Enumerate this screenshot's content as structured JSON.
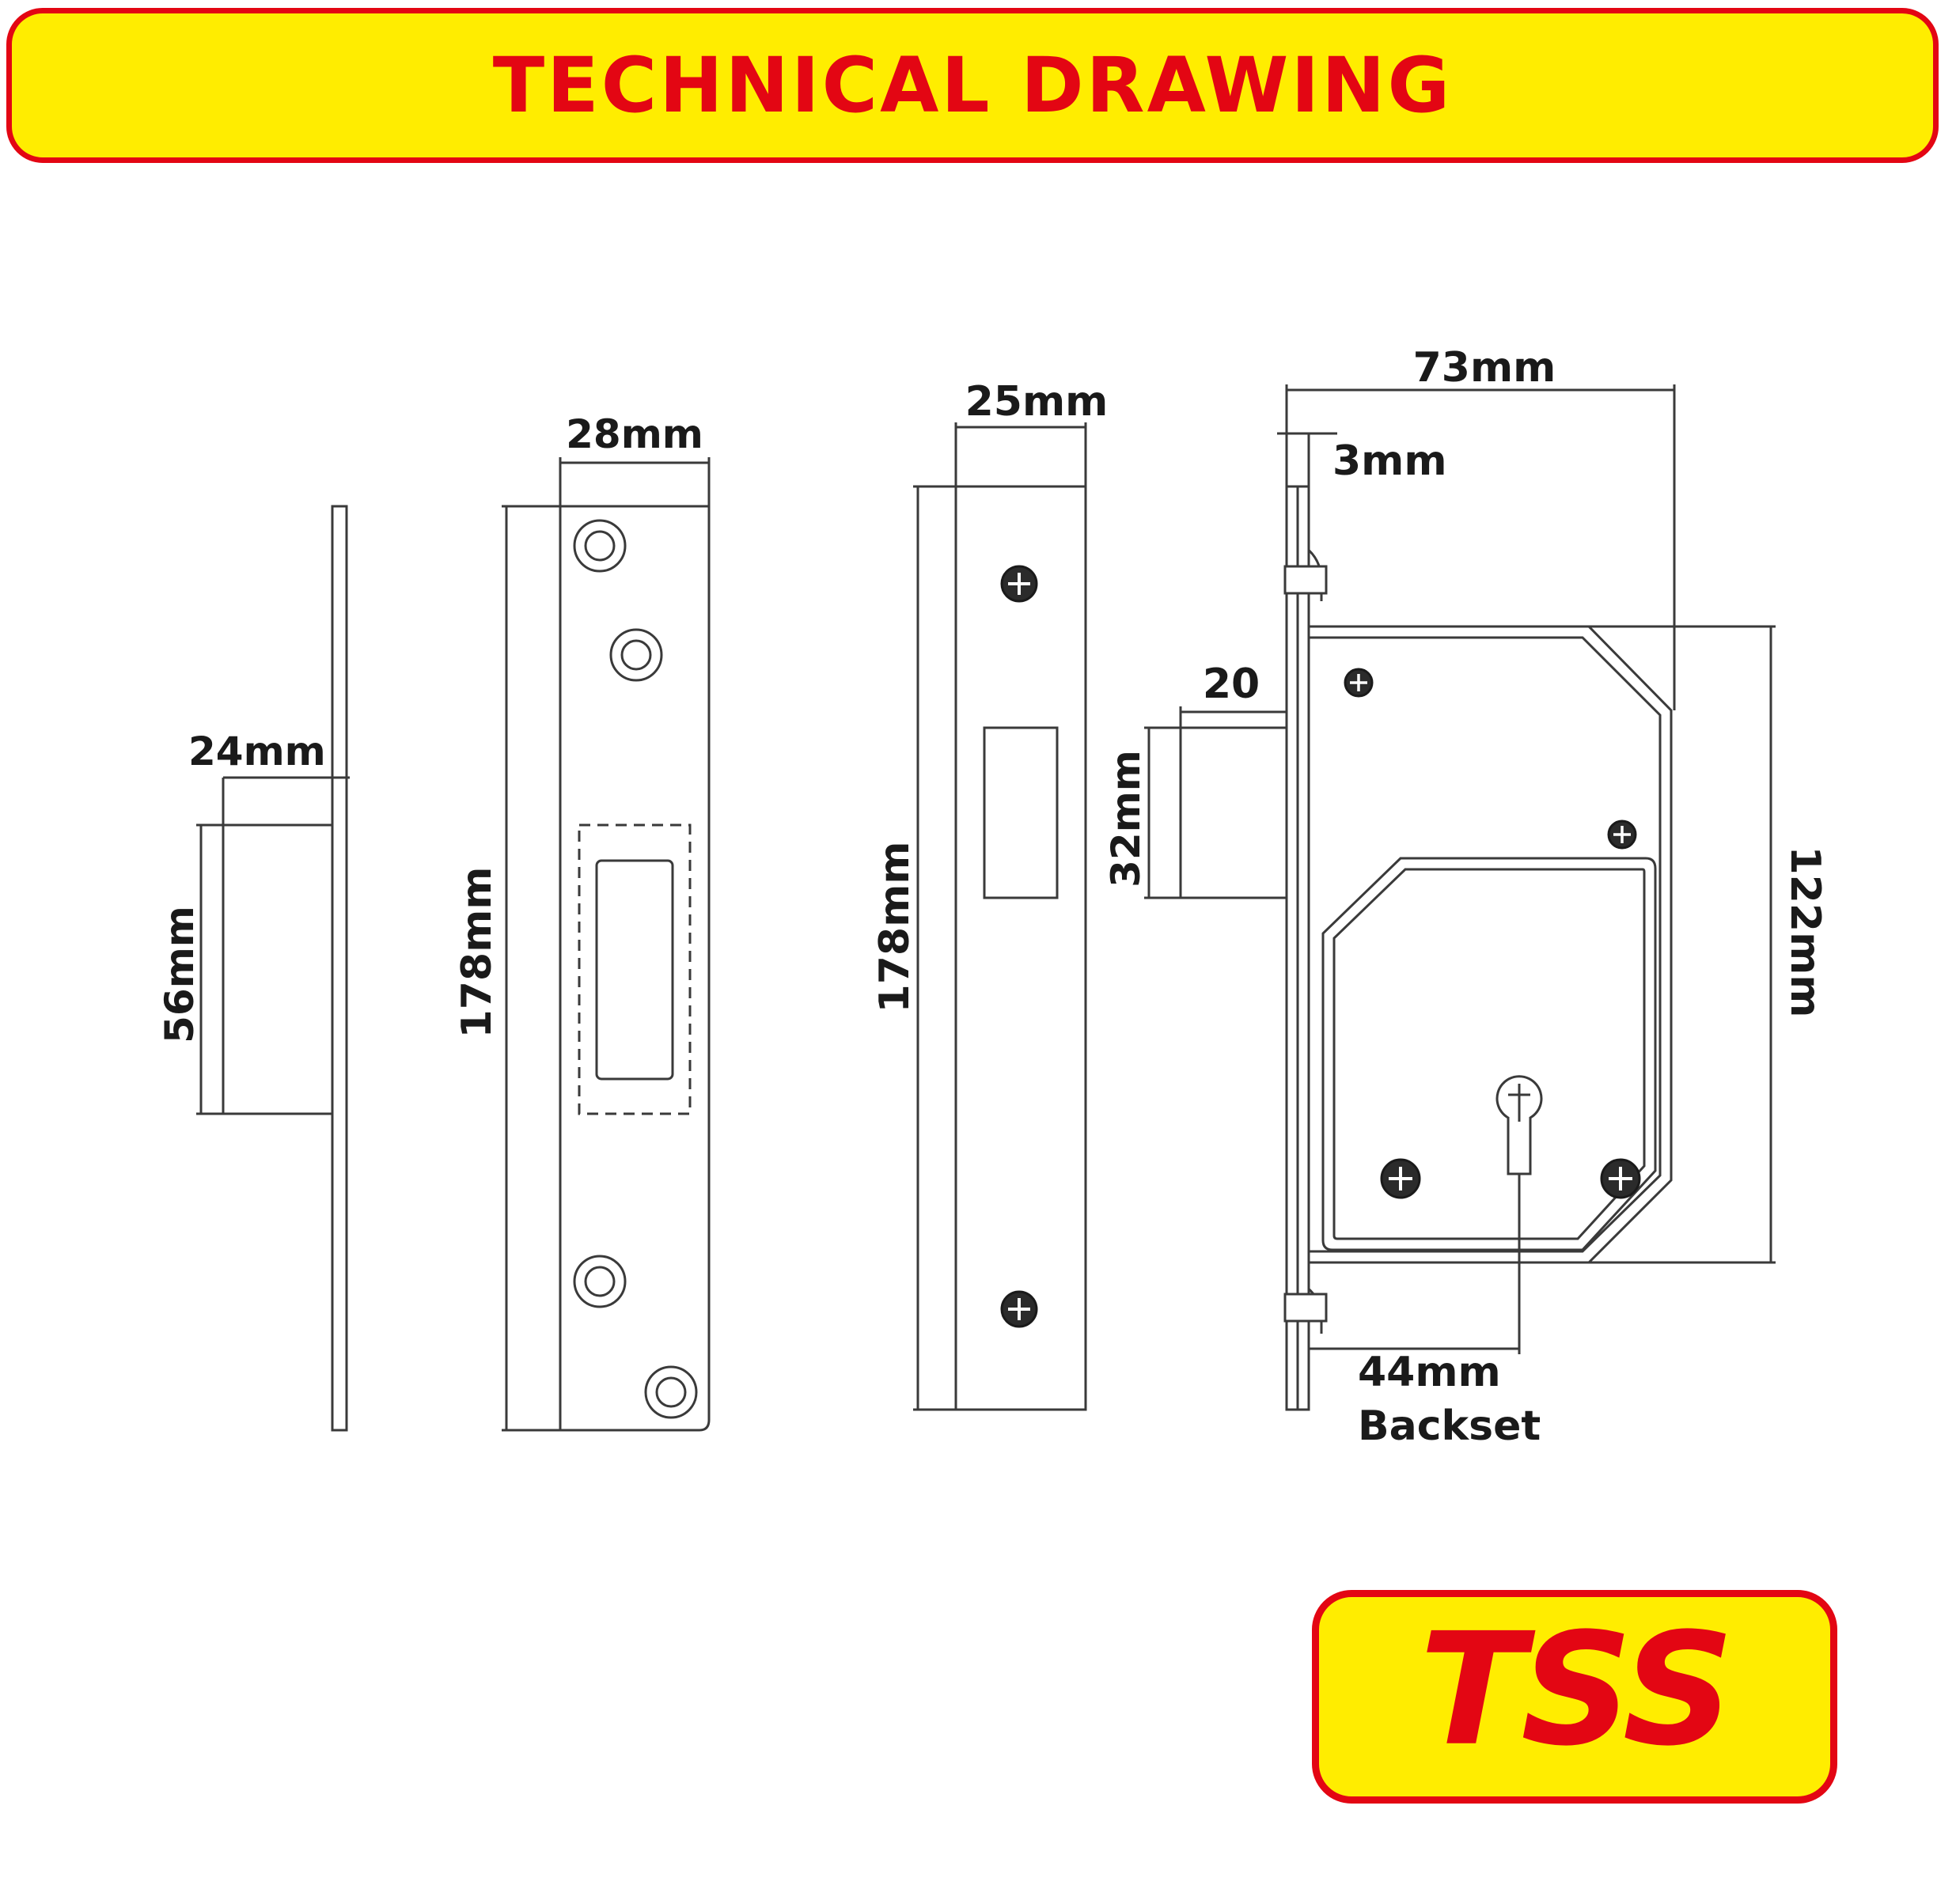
{
  "header": {
    "title": "TECHNICAL DRAWING"
  },
  "dimensions": {
    "bolt_strike_side_height": "56mm",
    "bolt_strike_side_depth": "24mm",
    "strike_plate_width": "28mm",
    "strike_plate_height": "178mm",
    "forend_width": "25mm",
    "forend_height": "178mm",
    "case_depth": "73mm",
    "forend_thickness": "3mm",
    "bolt_throw": "20",
    "bolt_height": "32mm",
    "case_height": "122mm",
    "backset_value": "44mm",
    "backset_label": "Backset"
  },
  "logo": {
    "text": "TSS"
  },
  "colors": {
    "banner_fill": "#ffed00",
    "brand_red": "#e30613",
    "line": "#3a3a3a"
  }
}
